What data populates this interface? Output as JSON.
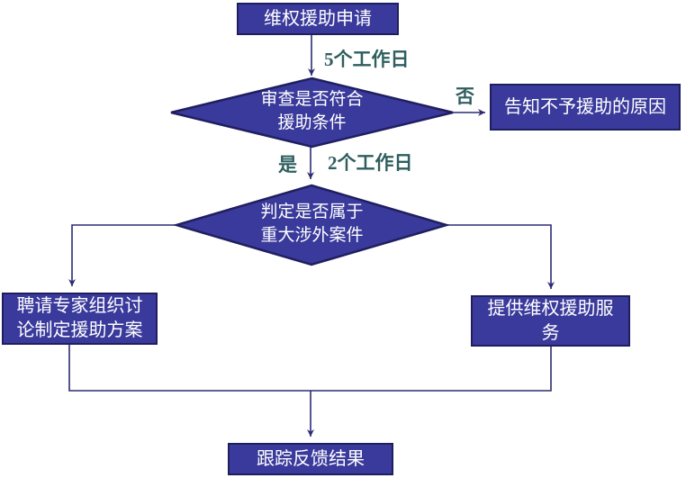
{
  "colors": {
    "background": "#ffffff",
    "shape_fill": "#3a3a9c",
    "shape_border": "#1f1f60",
    "connector": "#2b2b74",
    "edge_label": "#2e5e5e",
    "node_text": "#ffffff"
  },
  "nodes": {
    "start": {
      "label": "维权援助申请"
    },
    "review": {
      "label": "审查是否符合\n援助条件"
    },
    "inform": {
      "label": "告知不予援助的原因"
    },
    "major": {
      "label": "判定是否属于\n重大涉外案件"
    },
    "expert": {
      "label": "聘请专家组织讨\n论制定援助方案"
    },
    "provide": {
      "label": "提供维权援助服\n务"
    },
    "track": {
      "label": "跟踪反馈结果"
    }
  },
  "edge_labels": {
    "days5": "5个工作日",
    "days2": "2个工作日",
    "yes": "是",
    "no": "否"
  }
}
